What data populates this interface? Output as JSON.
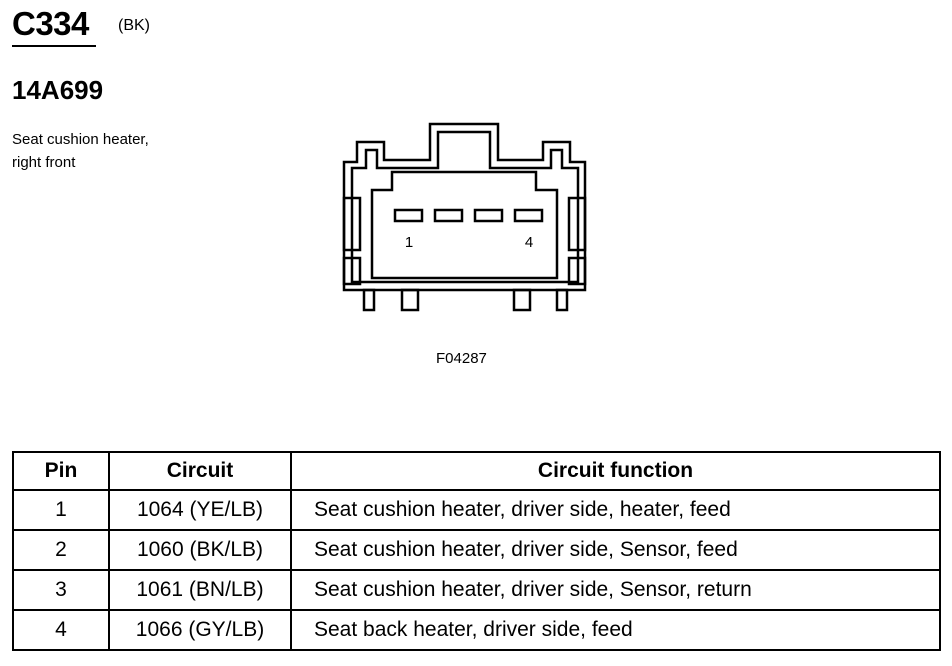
{
  "header": {
    "connector_id": "C334",
    "connector_color": "(BK)",
    "part_number": "14A699",
    "description_lines": [
      "Seat cushion heater,",
      "right front"
    ]
  },
  "diagram": {
    "pin_labels": [
      "1",
      "4"
    ],
    "figure_id": "F04287"
  },
  "table": {
    "headers": [
      "Pin",
      "Circuit",
      "Circuit function"
    ],
    "rows": [
      {
        "pin": "1",
        "circuit": "1064 (YE/LB)",
        "function": "Seat cushion heater, driver side, heater, feed"
      },
      {
        "pin": "2",
        "circuit": "1060 (BK/LB)",
        "function": "Seat cushion heater, driver side, Sensor, feed"
      },
      {
        "pin": "3",
        "circuit": "1061 (BN/LB)",
        "function": "Seat cushion heater, driver side, Sensor, return"
      },
      {
        "pin": "4",
        "circuit": "1066 (GY/LB)",
        "function": "Seat back heater, driver side, feed"
      }
    ]
  }
}
